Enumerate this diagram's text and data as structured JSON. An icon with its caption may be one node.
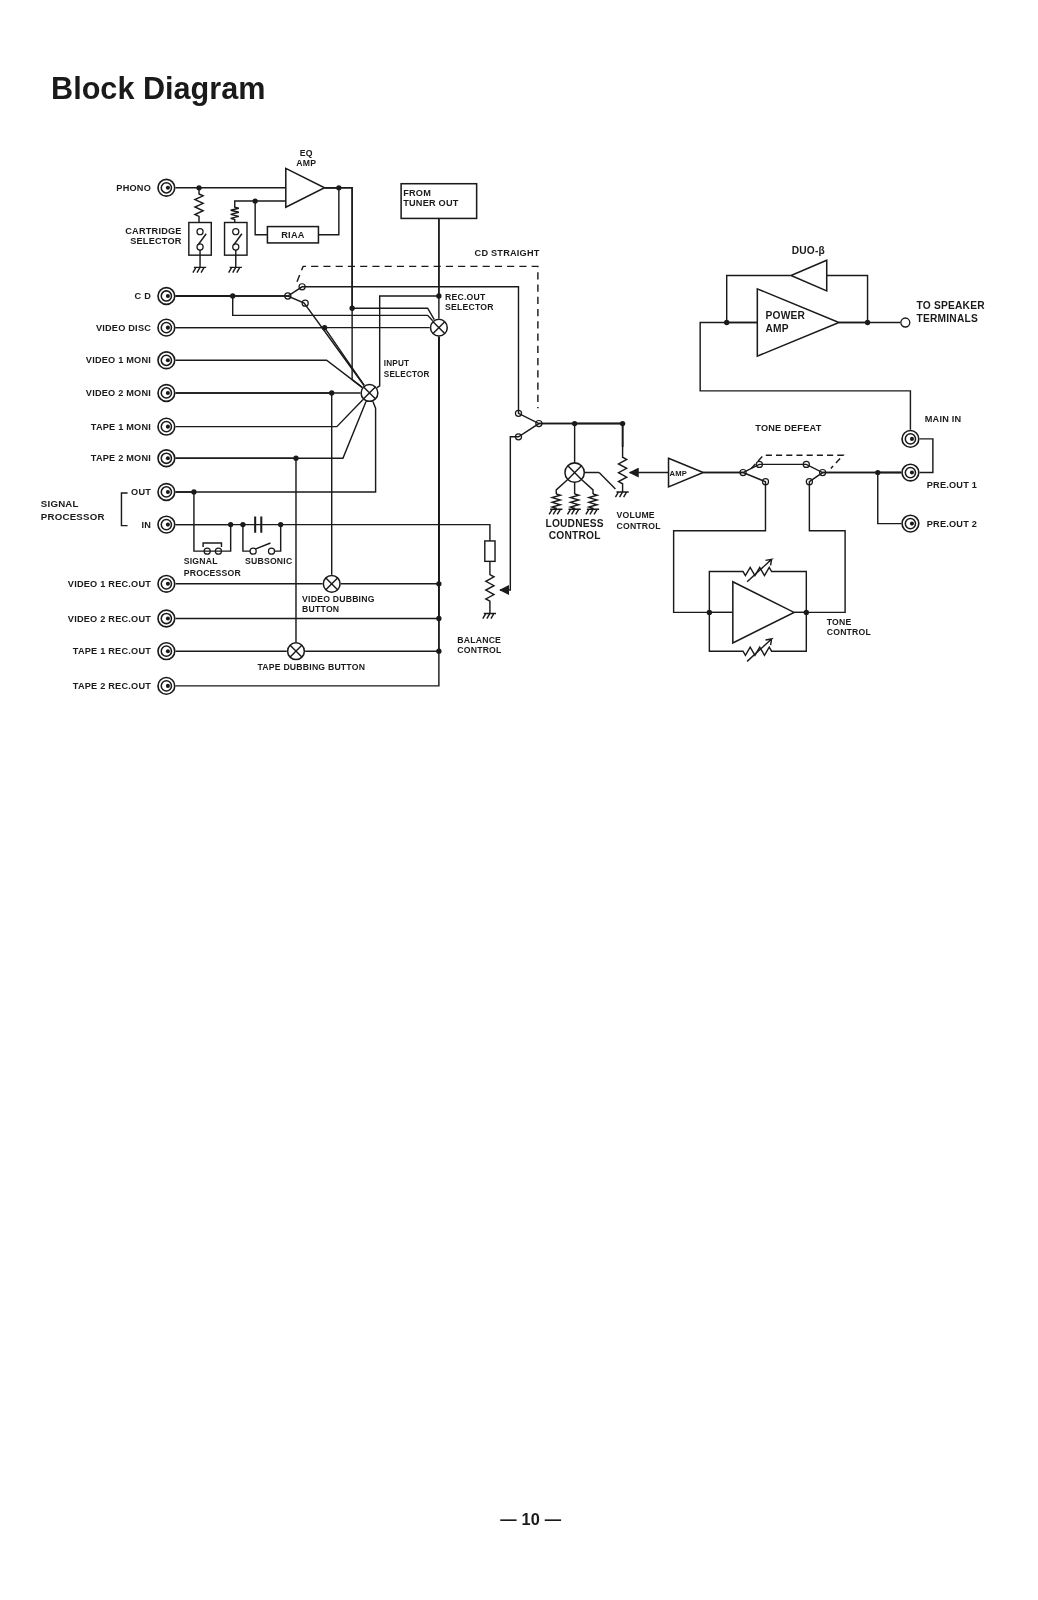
{
  "diagram": {
    "title": "Block Diagram",
    "nodes": [
      {
        "text": [],
        "shape": "circle",
        "beside": [
          "PHONO"
        ]
      },
      {
        "text": [],
        "shape": "circle",
        "beside": [
          "C D"
        ]
      },
      {
        "text": [],
        "shape": "circle",
        "beside": [
          "VIDEO DISC"
        ]
      },
      {
        "text": [],
        "shape": "circle",
        "beside": [
          "VIDEO 1 MONI"
        ]
      },
      {
        "text": [],
        "shape": "circle",
        "beside": [
          "VIDEO 2 MONI"
        ]
      },
      {
        "text": [],
        "shape": "circle",
        "beside": [
          "TAPE 1 MONI"
        ]
      },
      {
        "text": [],
        "shape": "circle",
        "beside": [
          "TAPE 2 MONI"
        ]
      },
      {
        "text": [],
        "shape": "circle",
        "beside": [
          "OUT"
        ]
      },
      {
        "text": [],
        "shape": "circle",
        "beside": [
          "IN"
        ]
      },
      {
        "text": [],
        "shape": "circle",
        "beside": [
          "VIDEO 1 REC.OUT"
        ]
      },
      {
        "text": [],
        "shape": "circle",
        "beside": [
          "VIDEO 2 REC.OUT"
        ]
      },
      {
        "text": [],
        "shape": "circle",
        "beside": [
          "TAPE 1 REC.OUT"
        ]
      },
      {
        "text": [],
        "shape": "circle",
        "beside": [
          "TAPE 2 REC.OUT"
        ]
      },
      {
        "text": [
          "EQ AMP"
        ]
      },
      {
        "text": [
          "RIAA"
        ]
      },
      {
        "text": [
          "FROM TUNER OUT"
        ]
      },
      {
        "text": [
          "REC.OUT SELECTOR"
        ]
      },
      {
        "text": [
          "INPUT SELECTOR"
        ]
      },
      {
        "text": [
          "VIDEO DUBBING BUTTON"
        ]
      },
      {
        "text": [
          "TAPE DUBBING BUTTON"
        ]
      },
      {
        "text": [
          "LOUDNESS CONTROL"
        ]
      },
      {
        "text": [
          "AMP"
        ]
      },
      {
        "text": [
          "POWER AMP"
        ]
      },
      {
        "text": [
          "DUO-β"
        ]
      },
      {
        "text": [
          "TONE CONTROL"
        ]
      },
      {
        "text": [],
        "shape": "circle",
        "beside": [
          "TO SPEAKER TERMINALS"
        ]
      },
      {
        "text": [],
        "shape": "circle",
        "beside": [
          "MAIN IN"
        ]
      },
      {
        "text": [],
        "shape": "circle",
        "beside": [
          "PRE.OUT 1"
        ]
      },
      {
        "text": [],
        "shape": "circle",
        "beside": [
          "PRE.OUT 2"
        ]
      },
      {
        "text": [
          "BALANCE CONTROL"
        ]
      },
      {
        "text": [
          "VOLUME CONTROL"
        ]
      }
    ],
    "edges": [
      {
        "from": 0,
        "to": 13,
        "arrow": "none"
      },
      {
        "from": 14,
        "to": 13,
        "arrow": "none"
      },
      {
        "from": 13,
        "to": 14,
        "arrow": "none"
      },
      {
        "from": 13,
        "to": 17,
        "arrow": "none"
      },
      {
        "from": 13,
        "to": 16,
        "arrow": "none"
      },
      {
        "from": 1,
        "to": 17,
        "arrow": "none"
      },
      {
        "from": 1,
        "to": 16,
        "arrow": "none"
      },
      {
        "from": 1,
        "to": 30,
        "arrow": "none"
      },
      {
        "from": 2,
        "to": 17,
        "arrow": "none"
      },
      {
        "from": 2,
        "to": 16,
        "arrow": "none"
      },
      {
        "from": 3,
        "to": 17,
        "arrow": "none"
      },
      {
        "from": 4,
        "to": 17,
        "arrow": "none"
      },
      {
        "from": 4,
        "to": 18,
        "arrow": "none"
      },
      {
        "from": 5,
        "to": 17,
        "arrow": "none"
      },
      {
        "from": 6,
        "to": 17,
        "arrow": "none"
      },
      {
        "from": 6,
        "to": 19,
        "arrow": "none"
      },
      {
        "from": 7,
        "to": 17,
        "arrow": "none"
      },
      {
        "from": 15,
        "to": 17,
        "arrow": "none"
      },
      {
        "from": 15,
        "to": 16,
        "arrow": "none"
      },
      {
        "from": 16,
        "to": 18,
        "arrow": "none"
      },
      {
        "from": 18,
        "to": 9,
        "arrow": "none"
      },
      {
        "from": 16,
        "to": 10,
        "arrow": "none"
      },
      {
        "from": 16,
        "to": 19,
        "arrow": "none"
      },
      {
        "from": 19,
        "to": 11,
        "arrow": "none"
      },
      {
        "from": 16,
        "to": 12,
        "arrow": "none"
      },
      {
        "from": 7,
        "to": 8,
        "arrow": "none"
      },
      {
        "from": 8,
        "to": 29,
        "arrow": "none"
      },
      {
        "from": 30,
        "to": 29,
        "arrow": "to"
      },
      {
        "from": 20,
        "to": 30,
        "arrow": "none"
      },
      {
        "from": 20,
        "to": 30,
        "arrow": "none"
      },
      {
        "from": 21,
        "to": 30,
        "arrow": "to"
      },
      {
        "from": 21,
        "to": 27,
        "arrow": "none"
      },
      {
        "from": 21,
        "to": 24,
        "arrow": "none"
      },
      {
        "from": 24,
        "to": 27,
        "arrow": "none"
      },
      {
        "from": 27,
        "to": 28,
        "arrow": "none"
      },
      {
        "from": 26,
        "to": 27,
        "arrow": "none"
      },
      {
        "from": 26,
        "to": 22,
        "arrow": "none"
      },
      {
        "from": 22,
        "to": 25,
        "arrow": "none"
      },
      {
        "from": 22,
        "to": 23,
        "arrow": "none"
      },
      {
        "from": 23,
        "to": 22,
        "arrow": "none"
      }
    ],
    "labels": [
      "CARTRIDGE SELECTOR",
      "CD STRAIGHT",
      "TONE DEFEAT",
      "SIGNAL PROCESSOR",
      "SIGNAL PROCESSOR",
      "SUBSONIC",
      "— 10 —"
    ]
  }
}
